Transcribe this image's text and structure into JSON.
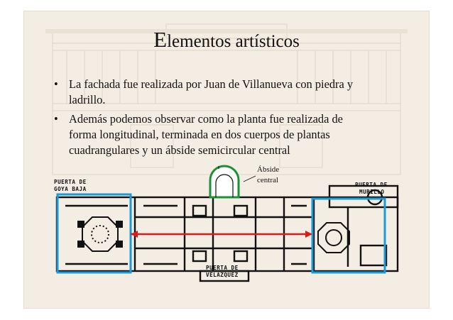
{
  "slide": {
    "title_first": "E",
    "title_rest": "lementos artísticos",
    "bullets": [
      {
        "marker": "•",
        "text_line1": "La fachada fue realizada por Juan de Villanueva con piedra y",
        "text_line2": "ladrillo."
      },
      {
        "marker": "•",
        "text_line1": "Además podemos observar como la planta fue realizada de",
        "text_line2": "forma longitudinal, terminada en dos cuerpos de plantas",
        "text_line3": "cuadrangulares y un ábside semicircular central"
      }
    ]
  },
  "plan": {
    "label_goya_1": "PUERTA DE",
    "label_goya_2": "GOYA BAJA",
    "label_murillo_1": "PUERTA DE",
    "label_murillo_2": "MURILLO",
    "label_velazquez_1": "PUERTA DE",
    "label_velazquez_2": "VELAZQUEZ",
    "annotation_1": "Ábside",
    "annotation_2": "central",
    "colors": {
      "highlight_blue": "#1a9ad6",
      "apse_green": "#1f8f3a",
      "arrow_red": "#d81c1c",
      "wall": "#111111"
    }
  }
}
